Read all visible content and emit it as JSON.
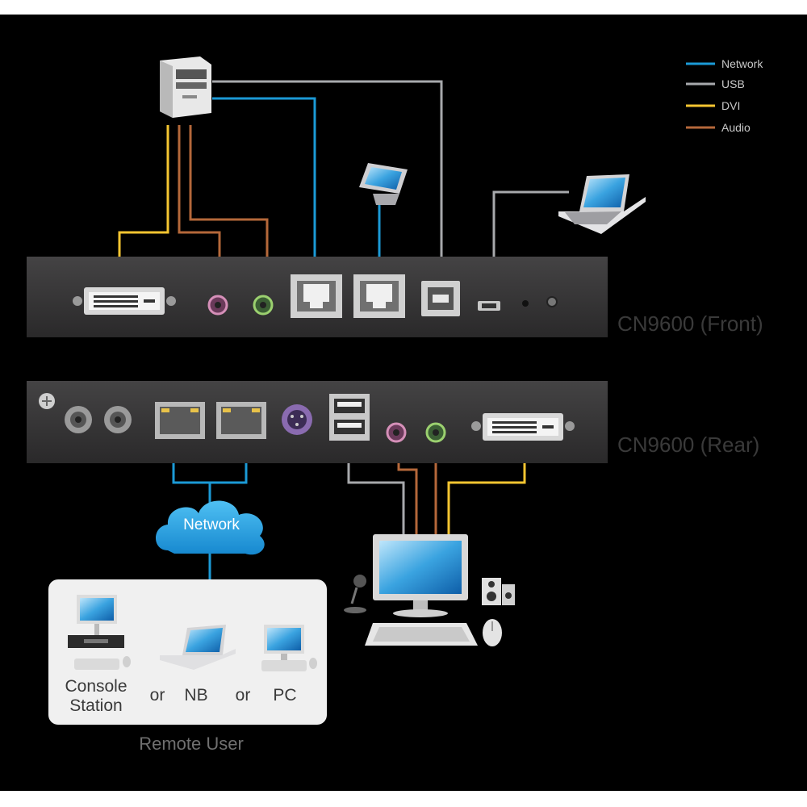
{
  "legend": {
    "items": [
      {
        "label": "Network",
        "color": "#1b9ad6"
      },
      {
        "label": "USB",
        "color": "#a7a9ac"
      },
      {
        "label": "DVI",
        "color": "#f4c531"
      },
      {
        "label": "Audio",
        "color": "#b5683a"
      }
    ]
  },
  "devices": {
    "front_label": "CN9600 (Front)",
    "rear_label": "CN9600 (Rear)"
  },
  "network": {
    "cloud_label": "Network"
  },
  "remote": {
    "console_line1": "Console",
    "console_line2": "Station",
    "or_1": "or",
    "nb": "NB",
    "or_2": "or",
    "pc": "PC",
    "title": "Remote User"
  },
  "colors": {
    "background": "#000000",
    "panel": "#333233",
    "remote_box": "#f0f0f0",
    "label_text": "#3a3a3a"
  }
}
